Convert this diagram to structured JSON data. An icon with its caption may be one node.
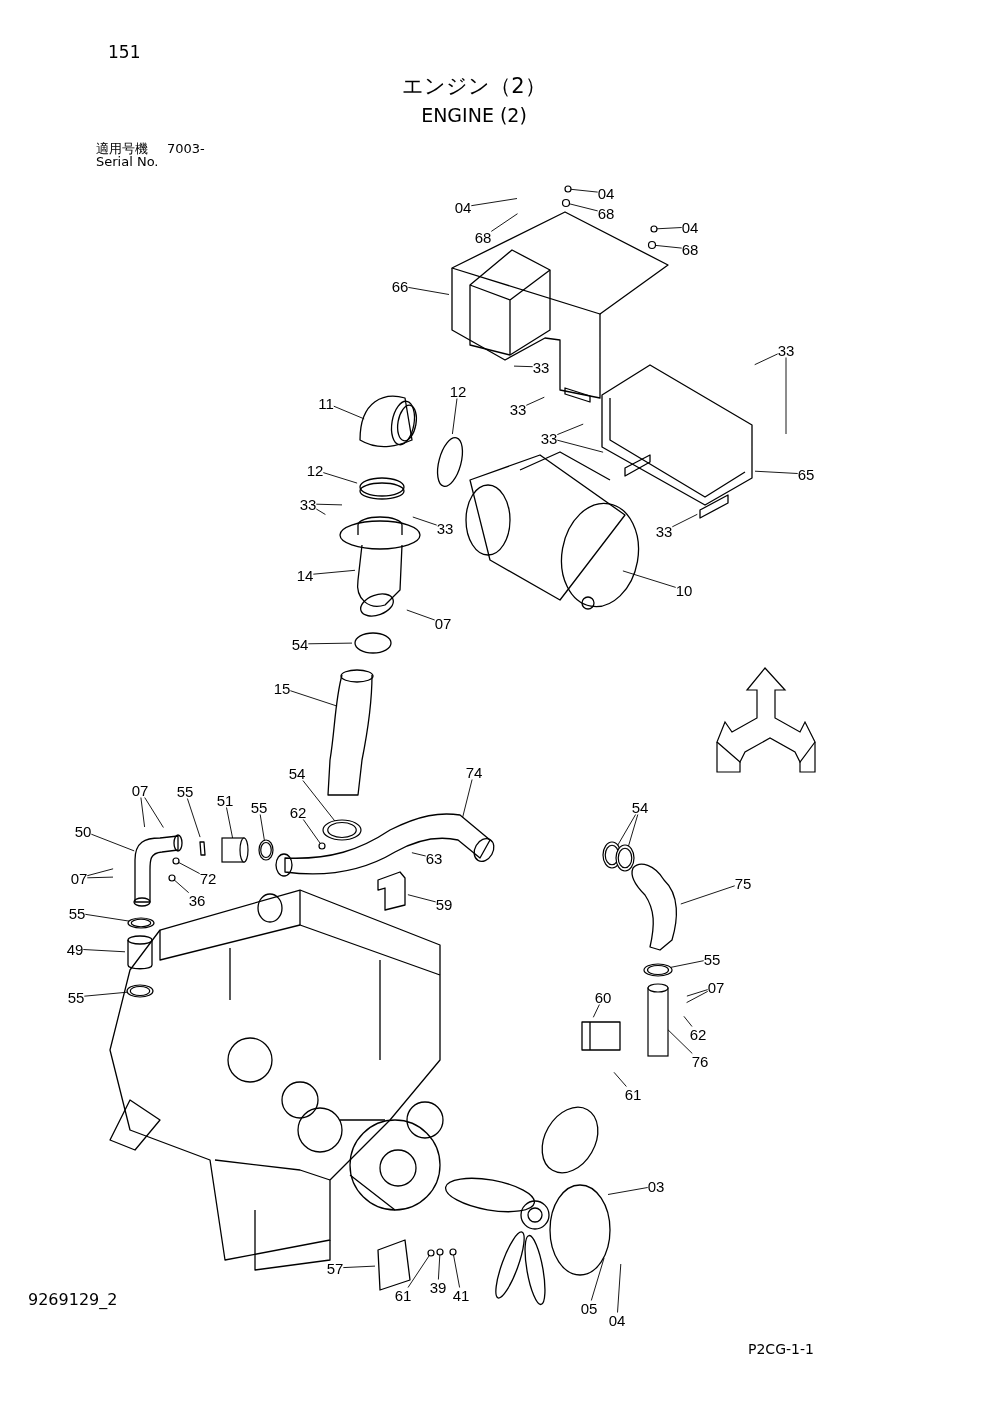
{
  "diagram": {
    "title": "エンジン（2）",
    "nodes": [
      {
        "text": [
          "04"
        ]
      },
      {
        "text": [
          "68"
        ]
      },
      {
        "text": [
          "04"
        ]
      },
      {
        "text": [
          "68"
        ]
      },
      {
        "text": [
          "04"
        ]
      },
      {
        "text": [
          "68"
        ]
      },
      {
        "text": [
          "66"
        ]
      },
      {
        "text": [
          "33"
        ]
      },
      {
        "text": [
          "11"
        ]
      },
      {
        "text": [
          "12"
        ]
      },
      {
        "text": [
          "33"
        ]
      },
      {
        "text": [
          "33"
        ]
      },
      {
        "text": [
          "33"
        ]
      },
      {
        "text": [
          "65"
        ]
      },
      {
        "text": [
          "12"
        ]
      },
      {
        "text": [
          "33"
        ]
      },
      {
        "text": [
          "33"
        ]
      },
      {
        "text": [
          "33"
        ]
      },
      {
        "text": [
          "14"
        ]
      },
      {
        "text": [
          "07"
        ]
      },
      {
        "text": [
          "10"
        ]
      },
      {
        "text": [
          "54"
        ]
      },
      {
        "text": [
          "15"
        ]
      },
      {
        "text": [
          "54"
        ]
      },
      {
        "text": [
          "74"
        ]
      },
      {
        "text": [
          "07"
        ]
      },
      {
        "text": [
          "55"
        ]
      },
      {
        "text": [
          "51"
        ]
      },
      {
        "text": [
          "55"
        ]
      },
      {
        "text": [
          "62"
        ]
      },
      {
        "text": [
          "50"
        ]
      },
      {
        "text": [
          "63"
        ]
      },
      {
        "text": [
          "72"
        ]
      },
      {
        "text": [
          "07"
        ]
      },
      {
        "text": [
          "36"
        ]
      },
      {
        "text": [
          "59"
        ]
      },
      {
        "text": [
          "55"
        ]
      },
      {
        "text": [
          "49"
        ]
      },
      {
        "text": [
          "55"
        ]
      },
      {
        "text": [
          "54"
        ]
      },
      {
        "text": [
          "75"
        ]
      },
      {
        "text": [
          "55"
        ]
      },
      {
        "text": [
          "60"
        ]
      },
      {
        "text": [
          "07"
        ]
      },
      {
        "text": [
          "62"
        ]
      },
      {
        "text": [
          "76"
        ]
      },
      {
        "text": [
          "61"
        ]
      },
      {
        "text": [
          "03"
        ]
      },
      {
        "text": [
          "57"
        ]
      },
      {
        "text": [
          "61"
        ]
      },
      {
        "text": [
          "39"
        ]
      },
      {
        "text": [
          "41"
        ]
      },
      {
        "text": [
          "05"
        ]
      },
      {
        "text": [
          "04"
        ]
      },
      {
        "text": [],
        "shape": "circle"
      },
      {
        "text": [],
        "shape": "circle"
      },
      {
        "text": [],
        "shape": "ring"
      },
      {
        "text": [],
        "shape": "cylinder"
      },
      {
        "text": [],
        "shape": "circle"
      },
      {
        "text": [],
        "shape": "cylinder"
      },
      {
        "text": [],
        "shape": "circle"
      },
      {
        "text": [],
        "shape": "circle"
      },
      {
        "text": [],
        "shape": "ring"
      },
      {
        "text": [],
        "shape": "ring"
      },
      {
        "text": [],
        "shape": "ring"
      },
      {
        "text": [],
        "shape": "ring"
      },
      {
        "text": [],
        "shape": "ring"
      },
      {
        "text": [],
        "shape": "ring"
      },
      {
        "text": [],
        "shape": "circle"
      },
      {
        "text": [],
        "shape": "circle"
      },
      {
        "text": [],
        "shape": "circle"
      },
      {
        "text": [],
        "shape": "circle"
      },
      {
        "text": [],
        "shape": "circle"
      }
    ],
    "edges": [
      {
        "from": 0,
        "to": null,
        "arrow": "none"
      },
      {
        "from": 1,
        "to": null,
        "arrow": "none"
      },
      {
        "from": 2,
        "to": 68,
        "arrow": "none"
      },
      {
        "from": 3,
        "to": 54,
        "arrow": "none"
      },
      {
        "from": 4,
        "to": 69,
        "arrow": "none"
      },
      {
        "from": 5,
        "to": 55,
        "arrow": "none"
      },
      {
        "from": 6,
        "to": null,
        "arrow": "none"
      },
      {
        "from": 7,
        "to": null,
        "arrow": "none"
      },
      {
        "from": 8,
        "to": null,
        "arrow": "none"
      },
      {
        "from": 9,
        "to": null,
        "arrow": "none"
      },
      {
        "from": 10,
        "to": null,
        "arrow": "none"
      },
      {
        "from": 10,
        "to": null,
        "arrow": "none"
      },
      {
        "from": 11,
        "to": null,
        "arrow": "none"
      },
      {
        "from": 12,
        "to": null,
        "arrow": "none"
      },
      {
        "from": 12,
        "to": null,
        "arrow": "none"
      },
      {
        "from": 13,
        "to": null,
        "arrow": "none"
      },
      {
        "from": 14,
        "to": null,
        "arrow": "none"
      },
      {
        "from": 15,
        "to": null,
        "arrow": "none"
      },
      {
        "from": 15,
        "to": null,
        "arrow": "none"
      },
      {
        "from": 16,
        "to": null,
        "arrow": "none"
      },
      {
        "from": 17,
        "to": null,
        "arrow": "none"
      },
      {
        "from": 18,
        "to": null,
        "arrow": "none"
      },
      {
        "from": 19,
        "to": null,
        "arrow": "none"
      },
      {
        "from": 20,
        "to": null,
        "arrow": "none"
      },
      {
        "from": 21,
        "to": null,
        "arrow": "none"
      },
      {
        "from": 22,
        "to": null,
        "arrow": "none"
      },
      {
        "from": 23,
        "to": 56,
        "arrow": "none"
      },
      {
        "from": 24,
        "to": null,
        "arrow": "none"
      },
      {
        "from": 25,
        "to": null,
        "arrow": "none"
      },
      {
        "from": 25,
        "to": null,
        "arrow": "none"
      },
      {
        "from": 26,
        "to": null,
        "arrow": "none"
      },
      {
        "from": 27,
        "to": 57,
        "arrow": "none"
      },
      {
        "from": 28,
        "to": 62,
        "arrow": "none"
      },
      {
        "from": 29,
        "to": 70,
        "arrow": "none"
      },
      {
        "from": 30,
        "to": null,
        "arrow": "none"
      },
      {
        "from": 31,
        "to": null,
        "arrow": "none"
      },
      {
        "from": 32,
        "to": 71,
        "arrow": "none"
      },
      {
        "from": 33,
        "to": null,
        "arrow": "none"
      },
      {
        "from": 33,
        "to": null,
        "arrow": "none"
      },
      {
        "from": 34,
        "to": 58,
        "arrow": "none"
      },
      {
        "from": 35,
        "to": null,
        "arrow": "none"
      },
      {
        "from": 36,
        "to": 63,
        "arrow": "none"
      },
      {
        "from": 37,
        "to": null,
        "arrow": "none"
      },
      {
        "from": 38,
        "to": 64,
        "arrow": "none"
      },
      {
        "from": 39,
        "to": 65,
        "arrow": "none"
      },
      {
        "from": 39,
        "to": 66,
        "arrow": "none"
      },
      {
        "from": 40,
        "to": null,
        "arrow": "none"
      },
      {
        "from": 41,
        "to": 67,
        "arrow": "none"
      },
      {
        "from": 42,
        "to": null,
        "arrow": "none"
      },
      {
        "from": 43,
        "to": null,
        "arrow": "none"
      },
      {
        "from": 43,
        "to": null,
        "arrow": "none"
      },
      {
        "from": 44,
        "to": null,
        "arrow": "none"
      },
      {
        "from": 45,
        "to": 59,
        "arrow": "none"
      },
      {
        "from": 46,
        "to": null,
        "arrow": "none"
      },
      {
        "from": 47,
        "to": null,
        "arrow": "none"
      },
      {
        "from": 48,
        "to": null,
        "arrow": "none"
      },
      {
        "from": 49,
        "to": 60,
        "arrow": "none"
      },
      {
        "from": 50,
        "to": 72,
        "arrow": "none"
      },
      {
        "from": 51,
        "to": 61,
        "arrow": "none"
      },
      {
        "from": 52,
        "to": null,
        "arrow": "none"
      },
      {
        "from": 53,
        "to": null,
        "arrow": "none"
      }
    ],
    "labels": [
      "151",
      "ENGINE (2)",
      "適用号機",
      "7003-",
      "Serial No.",
      "9269129_2",
      "P2CG-1-1"
    ]
  }
}
